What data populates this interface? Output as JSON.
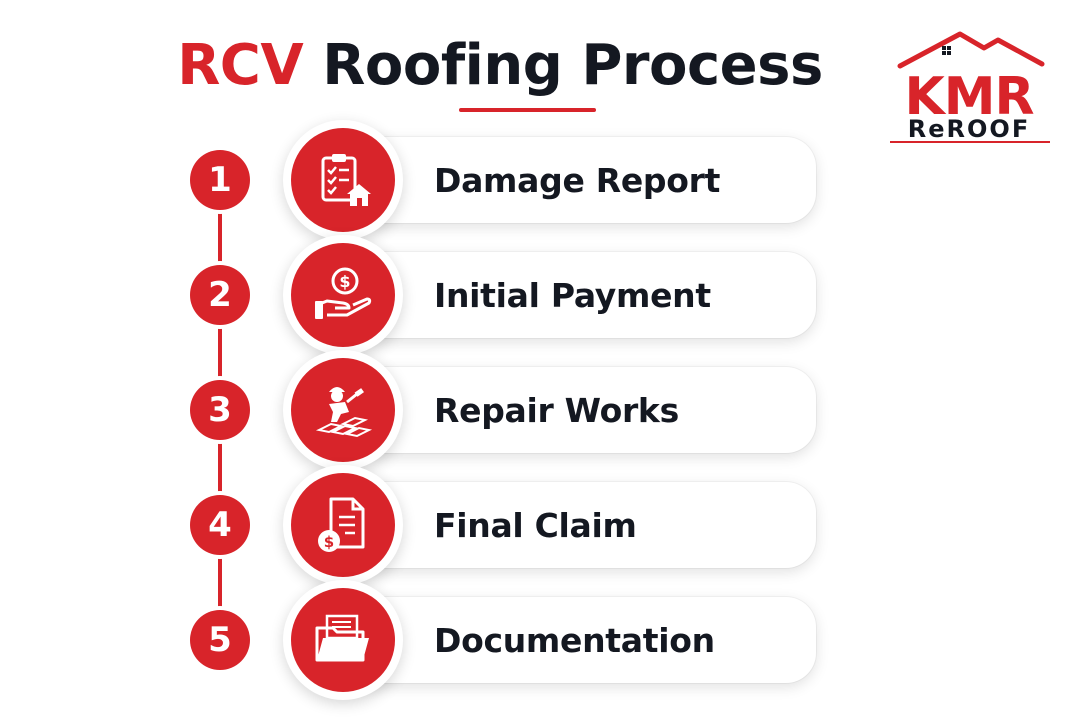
{
  "header": {
    "title_accent": "RCV",
    "title_rest": "Roofing Process"
  },
  "logo": {
    "name": "KMR",
    "tagline": "ReROOF",
    "icon": "house-roof-icon"
  },
  "colors": {
    "accent": "#d8242a",
    "text": "#141821",
    "background": "#ffffff"
  },
  "steps": [
    {
      "number": "1",
      "label": "Damage Report",
      "icon": "clipboard-house-icon"
    },
    {
      "number": "2",
      "label": "Initial Payment",
      "icon": "hand-coin-icon"
    },
    {
      "number": "3",
      "label": "Repair Works",
      "icon": "roofer-worker-icon"
    },
    {
      "number": "4",
      "label": "Final Claim",
      "icon": "document-dollar-icon"
    },
    {
      "number": "5",
      "label": "Documentation",
      "icon": "folder-icon"
    }
  ]
}
